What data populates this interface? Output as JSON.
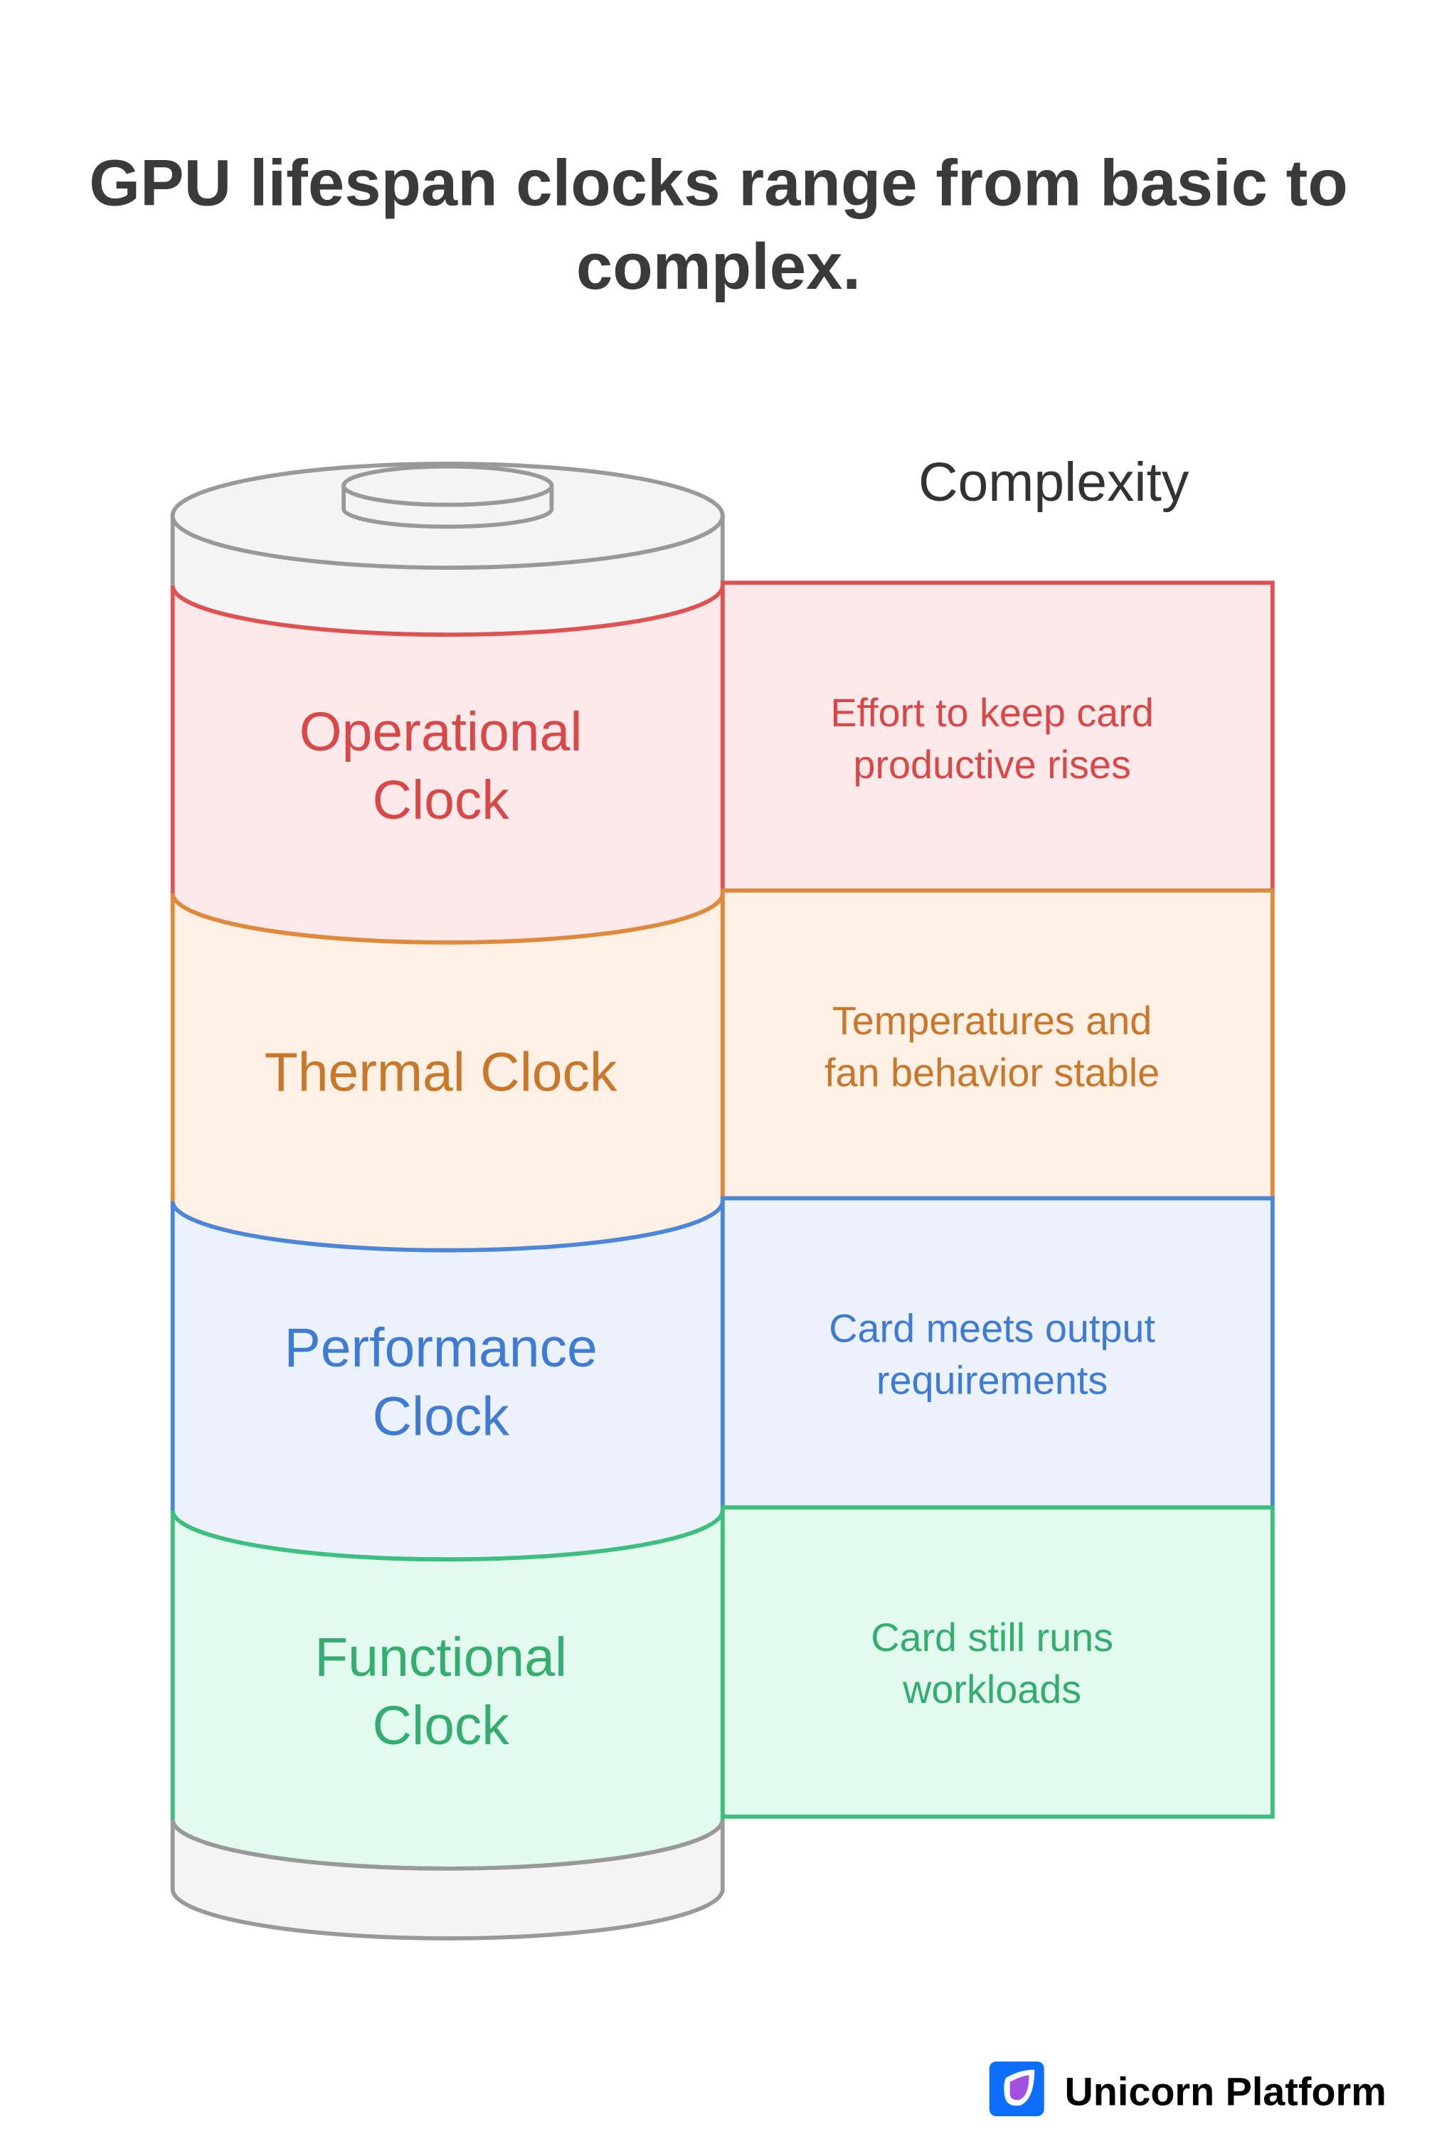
{
  "title": {
    "line1": "GPU lifespan clocks range from basic to",
    "line2": "complex."
  },
  "axis_label": "Complexity",
  "layers": [
    {
      "name": "Operational",
      "name2": "Clock",
      "desc1": "Effort to keep card",
      "desc2": "productive rises",
      "stroke": "#e05252",
      "fill": "#fde9e9",
      "text": "#d94848"
    },
    {
      "name": "Thermal Clock",
      "name2": "",
      "desc1": "Temperatures and",
      "desc2": "fan behavior stable",
      "stroke": "#df8a3a",
      "fill": "#fef0e4",
      "text": "#c9772a"
    },
    {
      "name": "Performance",
      "name2": "Clock",
      "desc1": "Card meets output",
      "desc2": "requirements",
      "stroke": "#4a86d9",
      "fill": "#ebf2fd",
      "text": "#3f7bd2"
    },
    {
      "name": "Functional",
      "name2": "Clock",
      "desc1": "Card still runs",
      "desc2": "workloads",
      "stroke": "#3dbf7e",
      "fill": "#e2fbee",
      "text": "#35ad70"
    }
  ],
  "brand": {
    "name": "Unicorn Platform",
    "color": "#0d6efd"
  }
}
